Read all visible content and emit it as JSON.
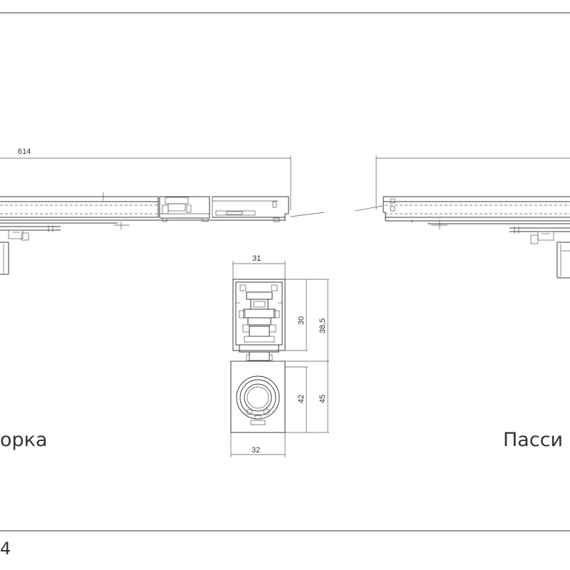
{
  "dimensions": {
    "length_top_left": "614",
    "rail_width_top": "31",
    "rail_height_inner": "30",
    "rail_height_outer": "38,5",
    "adapter_height_inner": "42",
    "adapter_height_outer": "45",
    "adapter_width_bottom": "32"
  },
  "captions": {
    "left": "орка",
    "right": "Пасси"
  },
  "footer": {
    "number_fragment": "4"
  }
}
